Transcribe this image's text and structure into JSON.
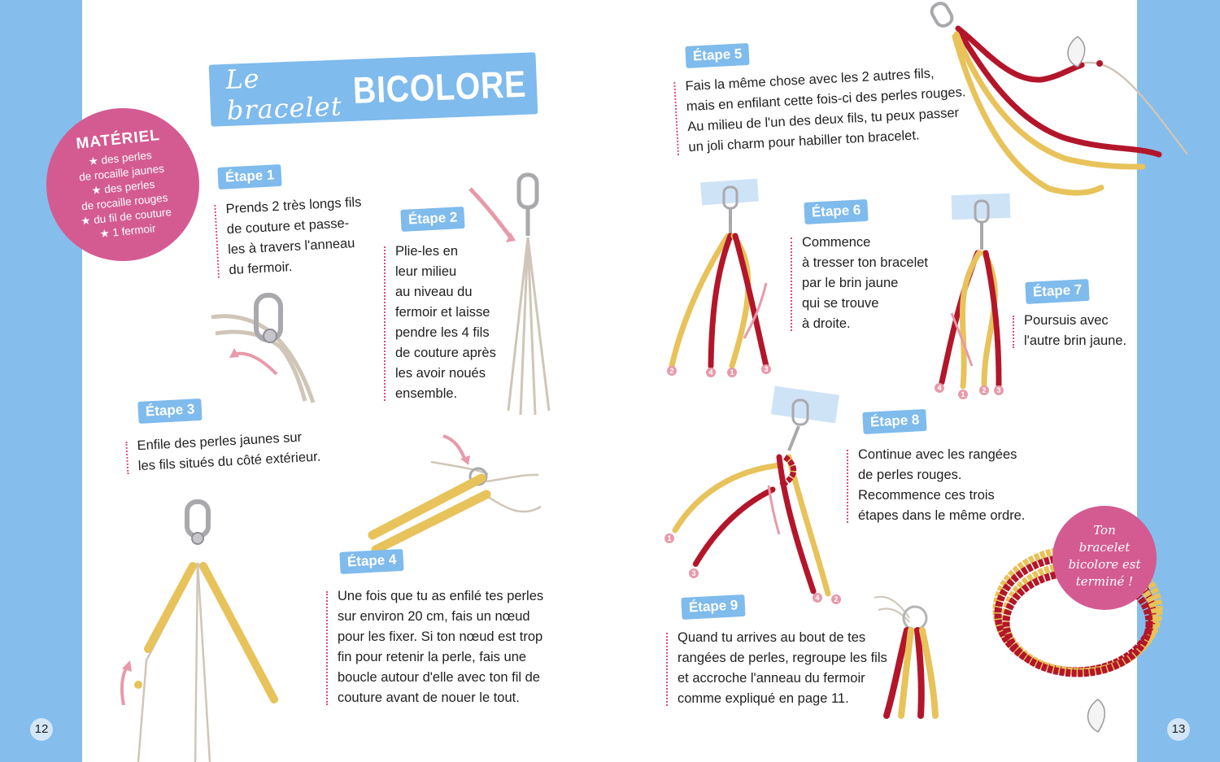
{
  "colors": {
    "margin_blue": "#85bdec",
    "tag_blue": "#7fbbec",
    "pink": "#d45b91",
    "dotted_pink": "#d84a86",
    "bead_yellow": "#e8c25a",
    "bead_red": "#b3162a",
    "thread": "#cfc6b8"
  },
  "pages": {
    "left_number": "12",
    "right_number": "13"
  },
  "title": {
    "script": "Le bracelet",
    "main": "BICOLORE"
  },
  "materiel": {
    "title": "MATÉRIEL",
    "items": [
      "des perles de rocaille jaunes",
      "des perles de rocaille rouges",
      "du fil de couture",
      "1 fermoir"
    ],
    "lines": [
      "★ des perles",
      "de rocaille jaunes",
      "★ des perles",
      "de rocaille rouges",
      "★ du fil de couture",
      "★ 1 fermoir"
    ]
  },
  "steps": [
    {
      "label": "Étape 1",
      "lines": [
        "Prends 2 très longs fils",
        "de couture et passe-",
        "les à travers l'anneau",
        "du fermoir."
      ]
    },
    {
      "label": "Étape 2",
      "lines": [
        "Plie-les en",
        "leur milieu",
        "au niveau du",
        "fermoir et laisse",
        "pendre les 4 fils",
        "de couture après",
        "les avoir noués",
        "ensemble."
      ]
    },
    {
      "label": "Étape 3",
      "lines": [
        "Enfile des perles jaunes sur",
        "les fils situés du côté extérieur."
      ]
    },
    {
      "label": "Étape 4",
      "lines": [
        "Une fois que tu as enfilé tes perles",
        "sur environ 20 cm, fais un nœud",
        "pour les fixer. Si ton nœud est trop",
        "fin pour retenir la perle, fais une",
        "boucle autour d'elle avec ton fil de",
        "couture avant de nouer le tout."
      ]
    },
    {
      "label": "Étape 5",
      "lines": [
        "Fais la même chose avec les 2 autres fils,",
        "mais en enfilant cette fois-ci des perles rouges.",
        "Au milieu de l'un des deux fils, tu peux passer",
        "un joli charm pour habiller ton bracelet."
      ]
    },
    {
      "label": "Étape 6",
      "lines": [
        "Commence",
        "à tresser ton bracelet",
        "par le brin jaune",
        "qui se trouve",
        "à droite."
      ]
    },
    {
      "label": "Étape 7",
      "lines": [
        "Poursuis avec",
        "l'autre brin jaune."
      ]
    },
    {
      "label": "Étape 8",
      "lines": [
        "Continue avec les rangées",
        "de perles rouges.",
        "Recommence ces trois",
        "étapes dans le même ordre."
      ]
    },
    {
      "label": "Étape 9",
      "lines": [
        "Quand tu arrives au bout de tes",
        "rangées de perles, regroupe les fils",
        "et accroche l'anneau du fermoir",
        "comme expliqué en page 11."
      ]
    }
  ],
  "strand_labels": {
    "step6": [
      "2",
      "4",
      "1",
      "3"
    ],
    "step7": [
      "4",
      "1",
      "2",
      "3"
    ],
    "step8": [
      "1",
      "3",
      "4",
      "2"
    ]
  },
  "final_bubble": {
    "lines": [
      "Ton",
      "bracelet",
      "bicolore est",
      "terminé !"
    ]
  }
}
